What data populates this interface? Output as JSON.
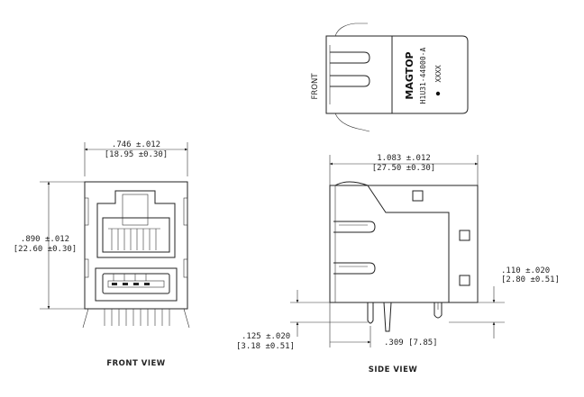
{
  "top_view": {
    "side_label": "FRONT",
    "brand": "MAGTOP",
    "part_number": "H1U31-44000-A",
    "code": "XXXX"
  },
  "front_view": {
    "caption": "FRONT VIEW",
    "width_dim": {
      "in": ".746 ±.012",
      "mm": "[18.95 ±0.30]"
    },
    "height_dim": {
      "in": ".890 ±.012",
      "mm": "[22.60 ±0.30]"
    }
  },
  "side_view": {
    "caption": "SIDE VIEW",
    "length_dim": {
      "in": "1.083 ±.012",
      "mm": "[27.50 ±0.30]"
    },
    "pin_dim": {
      "in": ".110 ±.020",
      "mm": "[2.80 ±0.51]"
    },
    "bottom_dim": {
      "in": ".125 ±.020",
      "mm": "[3.18 ±0.51]"
    },
    "pitch_dim": {
      "value": ".309 [7.85]"
    }
  }
}
